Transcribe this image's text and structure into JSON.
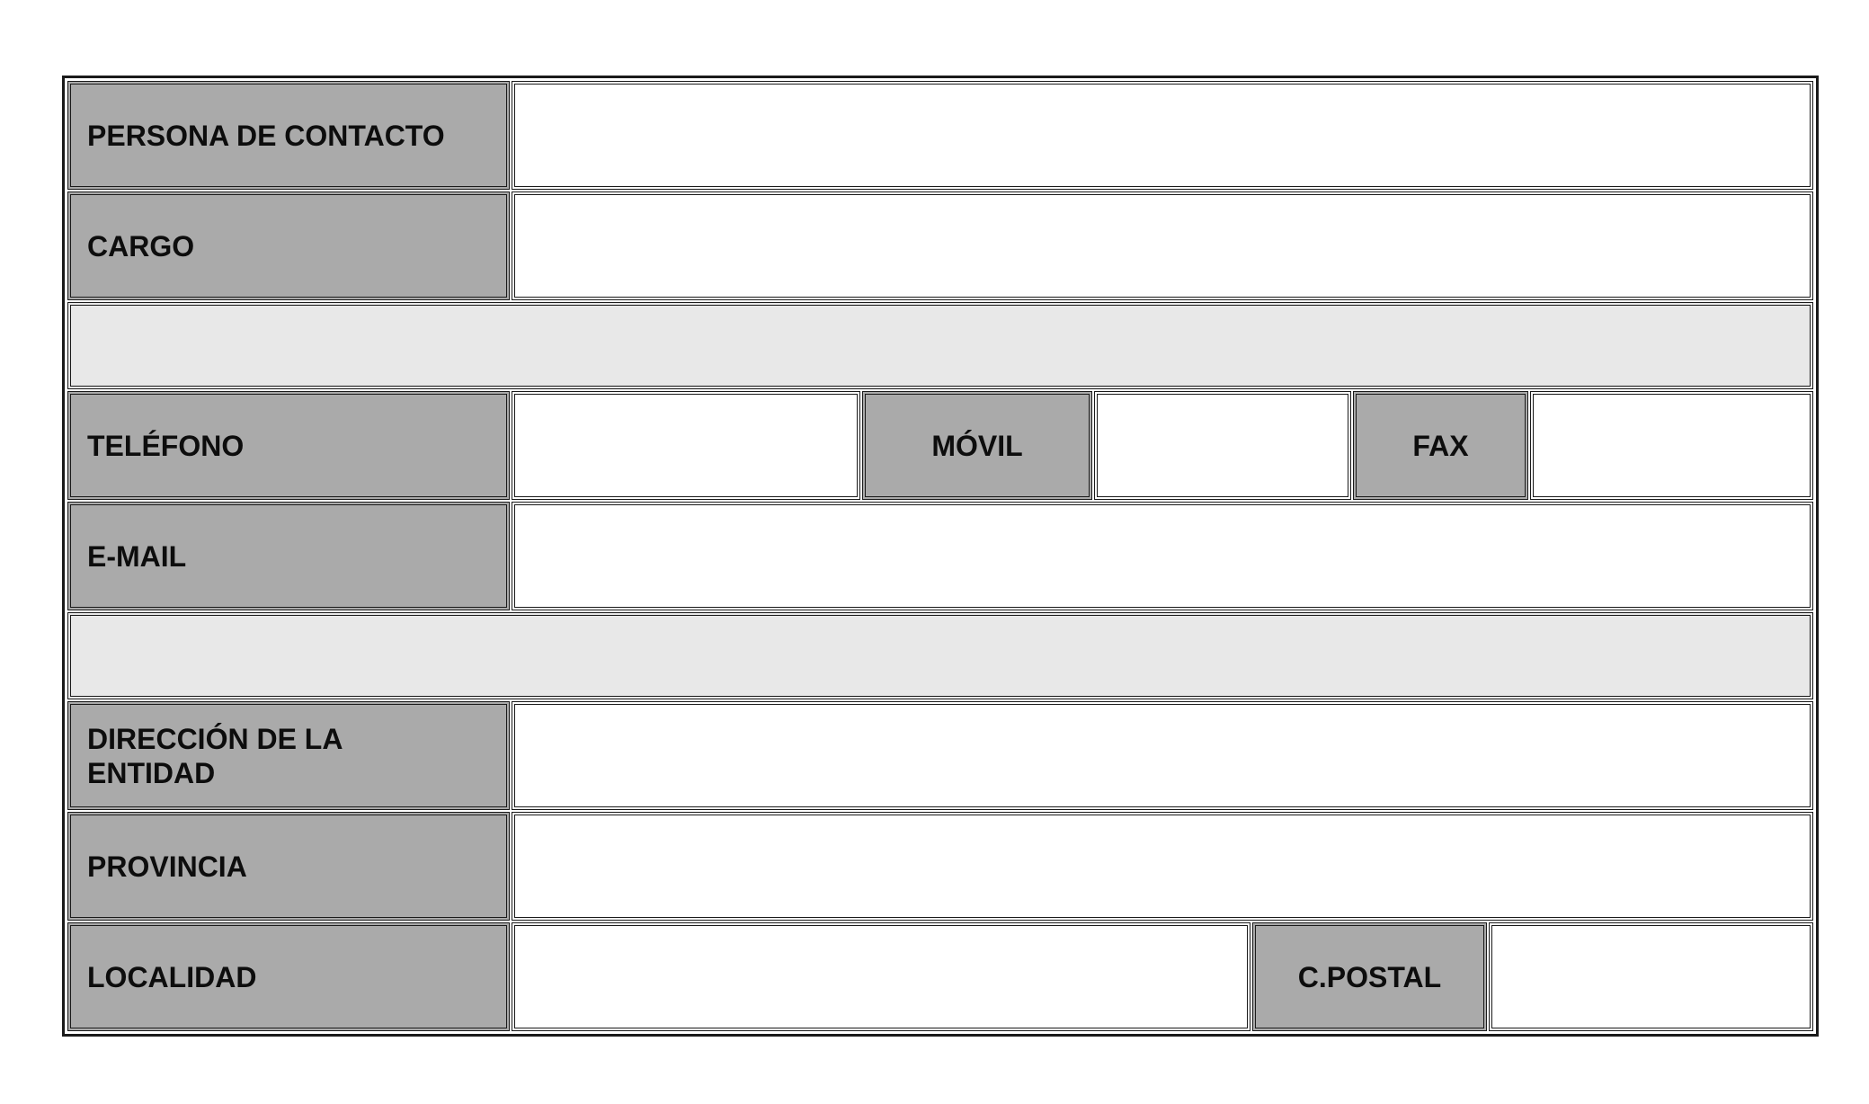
{
  "form": {
    "contact_person_label": "PERSONA DE CONTACTO",
    "position_label": "CARGO",
    "phone_label": "TELÉFONO",
    "mobile_label": "MÓVIL",
    "fax_label": "FAX",
    "email_label": "E-MAIL",
    "address_label_line1": "DIRECCIÓN DE LA",
    "address_label_line2": "ENTIDAD",
    "province_label": "PROVINCIA",
    "locality_label": "LOCALIDAD",
    "postal_code_label": "C.POSTAL"
  },
  "colors": {
    "label_background": "#aaaaaa",
    "spacer_background": "#e8e8e8",
    "field_background": "#ffffff",
    "border": "#1a1a1a"
  }
}
